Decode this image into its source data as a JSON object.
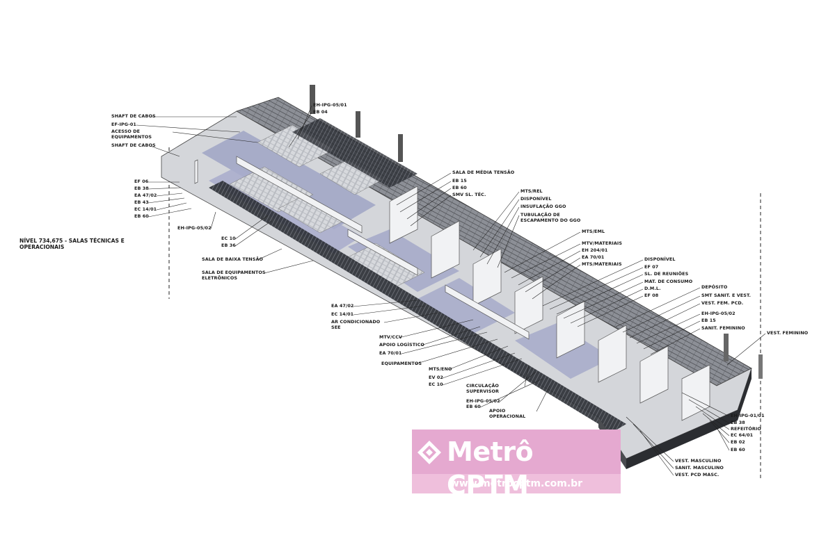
{
  "level_title": "NÍVEL 734,675 - SALAS TÉCNICAS E OPERACIONAIS",
  "labels": [
    "SHAFT DE CABOS",
    "EF-IPG-01",
    "ACESSO DE\nEQUIPAMENTOS",
    "SHAFT DE CABOS",
    "EH-IPG-05/01",
    "EB 04",
    "EF 06",
    "EB 38",
    "EA 47/02",
    "EB 43",
    "EC 14/01",
    "EB 60",
    "EH-IPG-05/02",
    "EC 10",
    "EB 36",
    "SALA DE BAIXA TENSÃO",
    "SALA DE EQUIPAMENTOS\nELETRÔNICOS",
    "SALA DE MÉDIA TENSÃO",
    "EB 15",
    "EB 60",
    "SMV SL. TÉC.",
    "MTS/REL",
    "DISPONÍVEL",
    "INSUFLAÇÃO GGO",
    "TUBULAÇÃO DE\nESCAPAMENTO DO GGO",
    "MTS/EML",
    "MTV/MATERIAIS",
    "EH 204/01",
    "EA 70/01",
    "MTS/MATERIAIS",
    "DISPONÍVEL",
    "EF 07",
    "SL. DE REUNIÕES",
    "MAT. DE CONSUMO",
    "D.M.L.",
    "EF 08",
    "DEPÓSITO",
    "SMT SANIT. E VEST.",
    "VEST. FEM. PCD.",
    "EH-IPG-05/02",
    "EB 15",
    "SANIT. FEMININO",
    "VEST. FEMININO",
    "EA 47/02",
    "EC 14/01",
    "AR CONDICIONADO\nSEE",
    "MTV/CCV",
    "APOIO LOGÍSTICO",
    "EA 70/01",
    "EQUIPAMENTOS",
    "MTS/ENO",
    "EV 02",
    "EC 10",
    "CIRCULAÇÃO\nSUPERVISOR",
    "EH-IPG-05/02",
    "EB 60",
    "APOIO\nOPERACIONAL",
    "EH-IPG-01/01",
    "EB 38",
    "REFEITÓRIO",
    "EC 64/01",
    "EB 02",
    "EB 60",
    "VEST. MASCULINO",
    "SANIT. MASCULINO",
    "VEST. PCD MASC."
  ],
  "watermark": {
    "title": "Metrô CPTM",
    "url": "www.metrocptm.com.br",
    "colors": {
      "top": "#e5a9d0",
      "bottom": "#efbfdc",
      "text": "#ffffff"
    }
  }
}
